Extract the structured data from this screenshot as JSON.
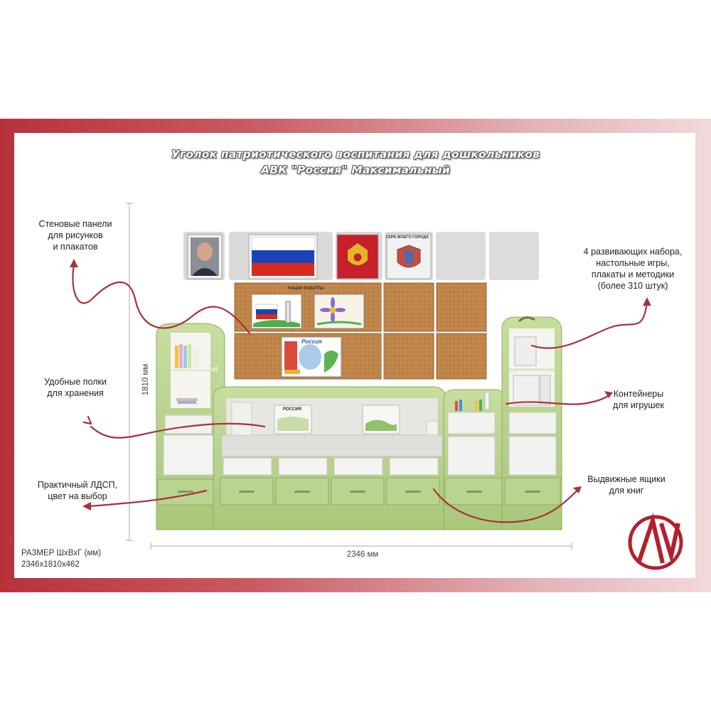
{
  "title": {
    "line1": "Уголок патриотического воспитания для дошкольников",
    "line2": "АВК \"Россия\" Максимальный"
  },
  "labels": {
    "wall_panels": [
      "Стеновые панели",
      "для рисунков",
      "и плакатов"
    ],
    "shelves": [
      "Удобные полки",
      "для хранения"
    ],
    "ldsp": [
      "Практичный ЛДСП,",
      "цвет на выбор"
    ],
    "sets": [
      "4 развивающих набора,",
      "настольные игры,",
      "плакаты и методики",
      "(более 310 штук)"
    ],
    "containers": [
      "Контейнеры",
      "для игрушек"
    ],
    "drawers": [
      "Выдвижные ящики",
      "для книг"
    ]
  },
  "dimensions": {
    "height": "1810 мм",
    "width": "2346 мм",
    "size_title": "РАЗМЕР ШхВхГ (мм)",
    "size_value": "2346x1810x462"
  },
  "panel_texts": {
    "coat_of_arms_city": "ГЕРБ МОЕГО ГОРОДА",
    "our_works": "НАШИ РАБОТЫ",
    "russia_book": "РОССИЯ",
    "russia_poster": "Россия"
  },
  "colors": {
    "frame": "#b8323a",
    "furniture_green": "#b9d48f",
    "cork": "#c4894d",
    "arrow": "#a8323c"
  }
}
